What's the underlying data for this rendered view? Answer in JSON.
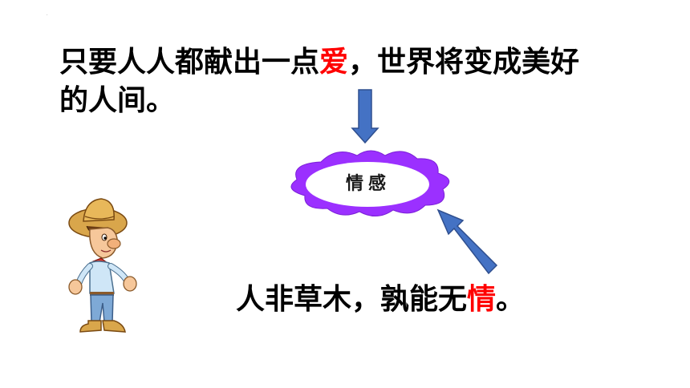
{
  "slide": {
    "corner_mark": "·",
    "top_quote": {
      "line1_before": "只要人人都献出一点",
      "line1_highlight": "爱",
      "line1_after": "，世界将变成美好",
      "line2": "的人间。"
    },
    "center_label": "情感",
    "bottom_quote": {
      "before": "人非草木，孰能无",
      "highlight": "情",
      "after": "。"
    }
  },
  "colors": {
    "highlight": "#ff0000",
    "cloud_fill": "#9b30ff",
    "arrow_fill": "#4472c4",
    "arrow_stroke": "#2f4f8f"
  },
  "icons": {
    "character": "cartoon-boy-cowboy-hat"
  }
}
